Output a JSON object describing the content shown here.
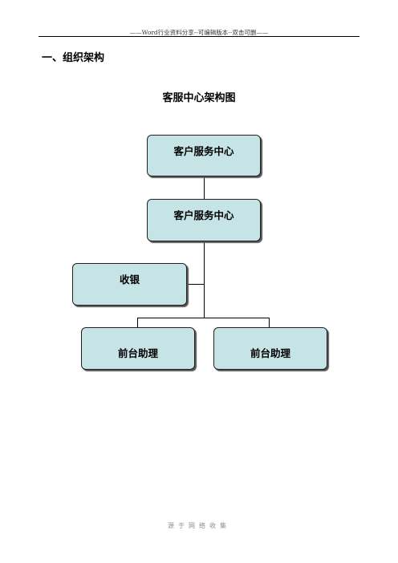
{
  "header": {
    "text": "——Word行业资料分享--可编辑版本--双击可删——"
  },
  "section": {
    "heading": "一、组织架构"
  },
  "org_chart": {
    "title": "客服中心架构图",
    "nodes": {
      "top": "客户服务中心",
      "middle": "客户服务中心",
      "cashier": "收银",
      "assistant_left": "前台助理",
      "assistant_right": "前台助理"
    },
    "node_fill_color": "#c6e3e6"
  },
  "footer": {
    "text": "源于网络收集"
  }
}
